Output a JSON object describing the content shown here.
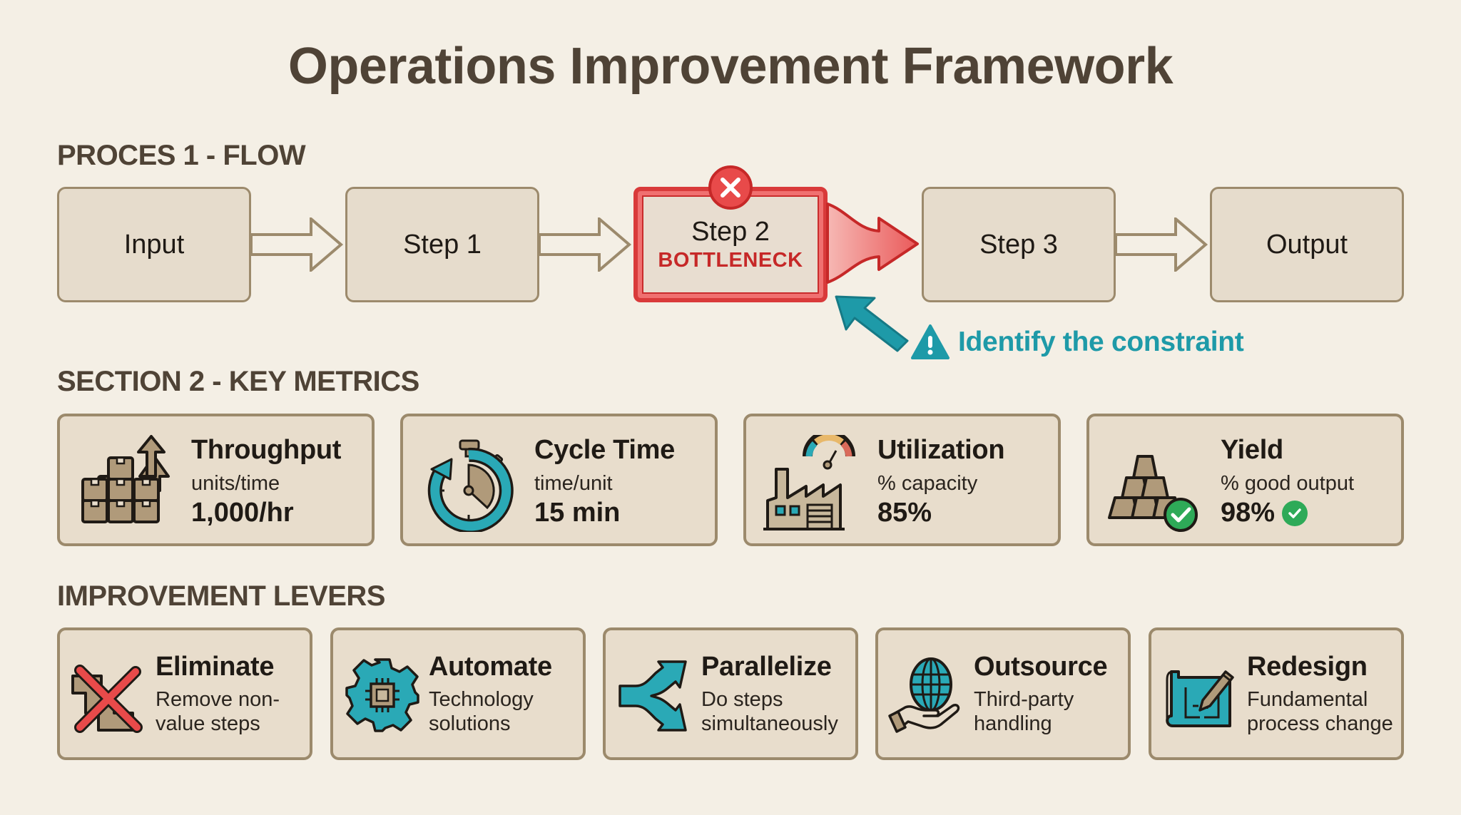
{
  "title": "Operations Improvement Framework",
  "colors": {
    "background": "#f4efe5",
    "heading": "#4f4336",
    "box_fill": "#e6dccc",
    "box_border": "#9c8a6c",
    "bottleneck_red": "#d93a3a",
    "accent_teal": "#1e9aa8",
    "success_green": "#2eaa58"
  },
  "process_flow": {
    "heading": "PROCES 1 - FLOW",
    "steps": [
      {
        "label": "Input"
      },
      {
        "label": "Step 1"
      },
      {
        "label": "Step 2",
        "tag": "BOTTLENECK",
        "status_icon": "x-circle-icon"
      },
      {
        "label": "Step 3"
      },
      {
        "label": "Output"
      }
    ],
    "callout": {
      "icon": "warning-triangle-icon",
      "text": "Identify the constraint"
    }
  },
  "key_metrics": {
    "heading": "SECTION 2 - KEY METRICS",
    "items": [
      {
        "label": "Throughput",
        "unit": "units/time",
        "value": "1,000/hr",
        "icon": "stacked-boxes-up-arrow-icon"
      },
      {
        "label": "Cycle Time",
        "unit": "time/unit",
        "value": "15 min",
        "icon": "stopwatch-icon"
      },
      {
        "label": "Utilization",
        "unit": "% capacity",
        "value": "85%",
        "icon": "factory-gauge-icon"
      },
      {
        "label": "Yield",
        "unit": "% good output",
        "value": "98%",
        "icon": "gold-bars-check-icon",
        "status_icon": "check-circle-icon"
      }
    ]
  },
  "improvement_levers": {
    "heading": "IMPROVEMENT LEVERS",
    "items": [
      {
        "label": "Eliminate",
        "desc": "Remove non-value steps",
        "icon": "crossed-out-steps-icon"
      },
      {
        "label": "Automate",
        "desc": "Technology solutions",
        "icon": "gear-chip-icon"
      },
      {
        "label": "Parallelize",
        "desc": "Do steps simultaneously",
        "icon": "split-arrows-icon"
      },
      {
        "label": "Outsource",
        "desc": "Third-party handling",
        "icon": "hand-globe-icon"
      },
      {
        "label": "Redesign",
        "desc": "Fundamental process change",
        "icon": "blueprint-pencil-icon"
      }
    ]
  }
}
